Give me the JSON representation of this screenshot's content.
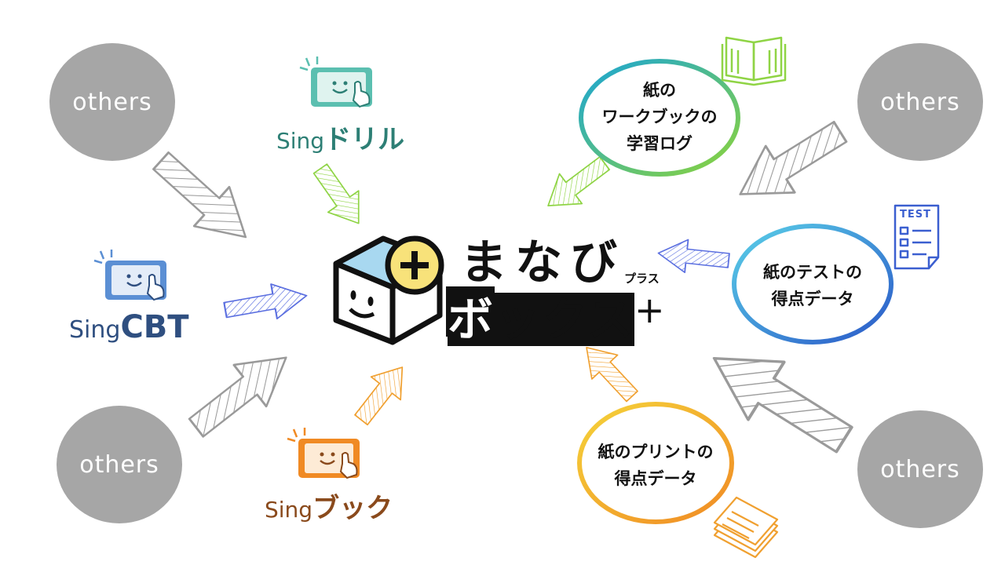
{
  "center": {
    "title_line1": "まなび",
    "title_line2": "ボックス",
    "plus_mark": "+",
    "ruby": "プラス"
  },
  "apps": {
    "drill": {
      "sing": "Sing",
      "name": "ドリル",
      "color": "#5bbfb0",
      "text_color": "#2d7f75"
    },
    "cbt": {
      "sing": "Sing",
      "name": "CBT",
      "color": "#5b8fd4",
      "text_color": "#2f4f80"
    },
    "book": {
      "sing": "Sing",
      "name": "ブック",
      "color": "#f08a24",
      "text_color": "#8a4a1c"
    }
  },
  "others": {
    "top_left": "others",
    "bottom_left": "others",
    "top_right": "others",
    "bottom_right": "others"
  },
  "sources": {
    "workbook": {
      "lines": [
        "紙の",
        "ワークブックの",
        "学習ログ"
      ],
      "color_from": "#1aa5d6",
      "color_to": "#8cd43a"
    },
    "test": {
      "lines": [
        "紙のテストの",
        "得点データ"
      ],
      "color_from": "#2a58c8",
      "color_to": "#5ad0e8"
    },
    "print": {
      "lines": [
        "紙のプリントの",
        "得点データ"
      ],
      "color_from": "#f5d33a",
      "color_to": "#f08a24"
    }
  },
  "icons": {
    "test_sheet_label": "TEST"
  },
  "colors": {
    "gray_arrow": "#9a9a9a",
    "green_arrow": "#8fd445",
    "blue_arrow": "#5b6fe0",
    "orange_arrow": "#f0a030",
    "cube_top": "#a8d8f0",
    "plus_circle": "#f8e27a"
  }
}
